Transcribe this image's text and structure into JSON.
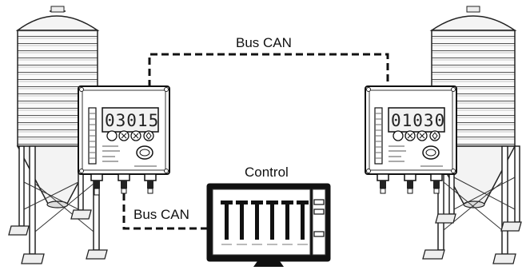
{
  "labels": {
    "bus_top": "Bus CAN",
    "bus_left": "Bus CAN",
    "control": "Control"
  },
  "controllers": [
    {
      "position": "left",
      "display": "03015"
    },
    {
      "position": "right",
      "display": "01030"
    }
  ],
  "icons": [
    "silo-icon",
    "controller-icon",
    "monitor-icon"
  ],
  "colors": {
    "line": "#111111",
    "background": "#ffffff"
  }
}
